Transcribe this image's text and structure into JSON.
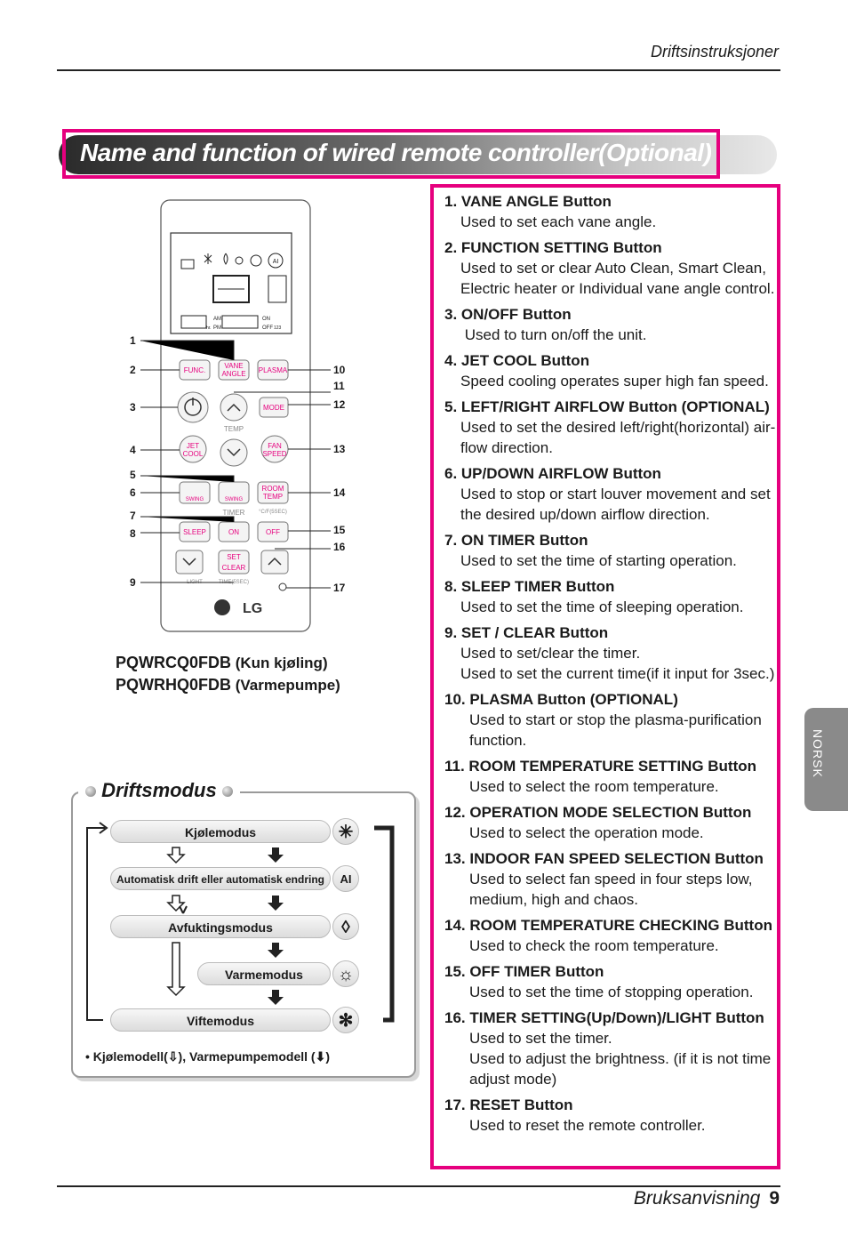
{
  "header": {
    "section": "Driftsinstruksjoner"
  },
  "title": "Name and function of wired remote controller(Optional)",
  "side_tab": "NORSK",
  "models": {
    "line1_code": "PQWRCQ0FDB",
    "line1_desc": "(Kun kjøling)",
    "line2_code": "PQWRHQ0FDB",
    "line2_desc": "(Varmepumpe)"
  },
  "remote": {
    "callouts_left": [
      "1",
      "2",
      "3",
      "4",
      "5",
      "6",
      "7",
      "8",
      "9"
    ],
    "callouts_right": [
      "10",
      "11",
      "12",
      "13",
      "14",
      "15",
      "16",
      "17"
    ],
    "buttons": {
      "func": "FUNC.",
      "vane1": "VANE",
      "vane2": "ANGLE",
      "plasma": "PLASMA",
      "mode": "MODE",
      "temp": "TEMP",
      "jet1": "JET",
      "jet2": "COOL",
      "fan1": "FAN",
      "fan2": "SPEED",
      "swing": "SWING",
      "room1": "ROOM",
      "room2": "TEMP",
      "timer": "TIMER",
      "cf": "°C/F(5SEC)",
      "sleep": "SLEEP",
      "on": "ON",
      "off": "OFF",
      "set": "SET",
      "clear": "CLEAR",
      "light": "LIGHT",
      "time": "TIME(5SEC)",
      "brand": "LG",
      "lcd_am": "AM",
      "lcd_pm": "PM",
      "lcd_on": "ON",
      "lcd_off": "OFF",
      "lcd_hr": "hr.",
      "lcd_123": "123",
      "lcd_ai": "AI"
    }
  },
  "items": [
    {
      "h": "1. VANE ANGLE Button",
      "d": [
        "Used to set each vane angle."
      ]
    },
    {
      "h": "2. FUNCTION SETTING Button",
      "d": [
        "Used to set or clear Auto Clean, Smart Clean,",
        "Electric heater or Individual vane angle control."
      ]
    },
    {
      "h": "3.  ON/OFF Button",
      "d": [
        " Used to turn on/off the unit."
      ]
    },
    {
      "h": "4. JET COOL Button",
      "d": [
        "Speed cooling operates super high fan speed."
      ]
    },
    {
      "h": "5. LEFT/RIGHT AIRFLOW Button (OPTIONAL)",
      "d": [
        "Used to set the desired left/right(horizontal) air-",
        "flow direction."
      ]
    },
    {
      "h": "6. UP/DOWN AIRFLOW Button",
      "d": [
        "Used to stop or start louver movement and set",
        "the desired up/down airflow direction."
      ]
    },
    {
      "h": "7. ON TIMER Button",
      "d": [
        "Used to set the time of starting operation."
      ]
    },
    {
      "h": "8. SLEEP TIMER Button",
      "d": [
        "Used to set the time of sleeping operation."
      ]
    },
    {
      "h": "9. SET / CLEAR Button",
      "d": [
        "Used to set/clear the timer.",
        "Used to set the current time(if it input for 3sec.)"
      ]
    },
    {
      "h": "10. PLASMA Button (OPTIONAL)",
      "d": [
        "Used to start or stop the plasma-purification",
        "function."
      ]
    },
    {
      "h": "11. ROOM TEMPERATURE SETTING Button",
      "d": [
        "Used to select the room temperature."
      ]
    },
    {
      "h": "12. OPERATION MODE SELECTION Button",
      "d": [
        "Used to select the operation mode."
      ]
    },
    {
      "h": "13. INDOOR FAN SPEED SELECTION Button",
      "d": [
        "Used to select fan speed in four steps low,",
        "medium, high and chaos."
      ]
    },
    {
      "h": "14. ROOM TEMPERATURE CHECKING Button",
      "d": [
        "Used to check the room temperature."
      ]
    },
    {
      "h": "15. OFF TIMER Button",
      "d": [
        "Used to set the time of stopping operation."
      ]
    },
    {
      "h": "16. TIMER SETTING(Up/Down)/LIGHT Button",
      "d": [
        "Used to set the timer.",
        "Used to adjust the brightness. (if it is not time",
        "adjust mode)"
      ]
    },
    {
      "h": "17. RESET Button",
      "d": [
        "Used to reset the remote controller."
      ]
    }
  ],
  "driftsmodus": {
    "title": "Driftsmodus",
    "modes": [
      "Kjølemodus",
      "Automatisk drift eller automatisk endring",
      "Avfuktingsmodus",
      "Varmemodus",
      "Viftemodus"
    ],
    "icons": [
      "snowflake-icon",
      "ai-icon",
      "droplet-icon",
      "sun-icon",
      "fan-icon"
    ],
    "note_prefix": "• Kjølemodell(",
    "note_mid": "), Varmepumpemodell (",
    "note_suffix": ")"
  },
  "footer": {
    "label": "Bruksanvisning",
    "page": "9"
  },
  "colors": {
    "accent": "#e6007e",
    "tab": "#8a8a8a"
  }
}
